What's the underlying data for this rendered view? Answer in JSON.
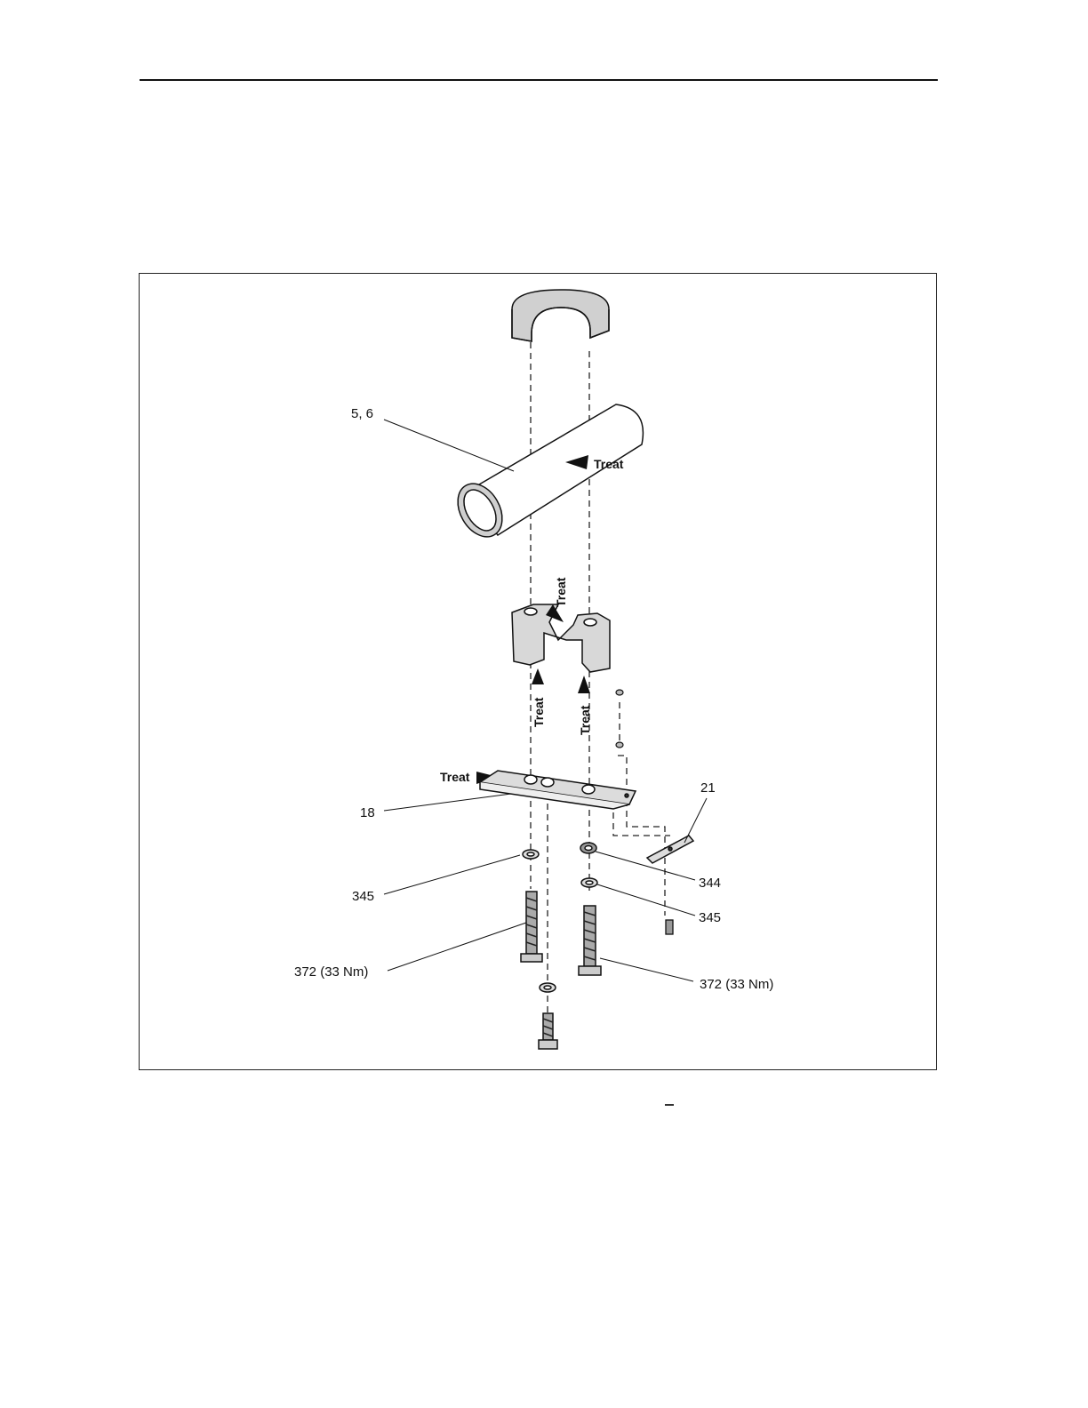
{
  "diagram": {
    "callouts": {
      "tube": "5, 6",
      "plate": "18",
      "bracket": "21",
      "washer_left": "345",
      "lockwasher_right": "344",
      "washer_right": "345",
      "bolt_left": "372 (33 Nm)",
      "bolt_right": "372 (33 Nm)"
    },
    "treat_label": "Treat"
  }
}
